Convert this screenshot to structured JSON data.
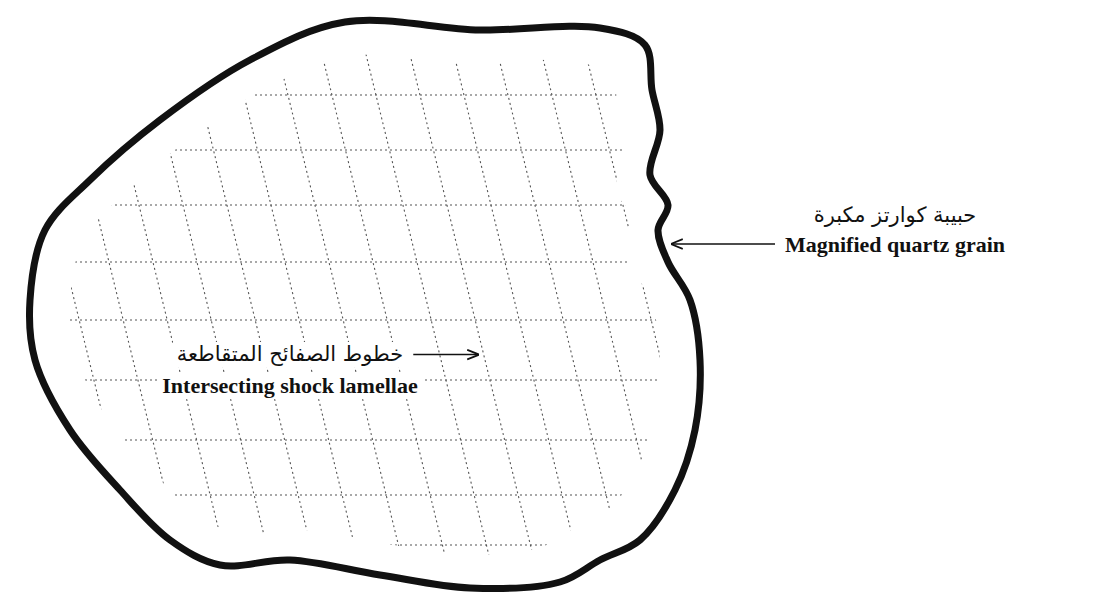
{
  "diagram": {
    "labels": [
      "حبيبة كوارتز مكبرة",
      "Magnified quartz grain",
      "خطوط الصفائح المتقاطعة",
      "Intersecting shock lamellae"
    ]
  }
}
